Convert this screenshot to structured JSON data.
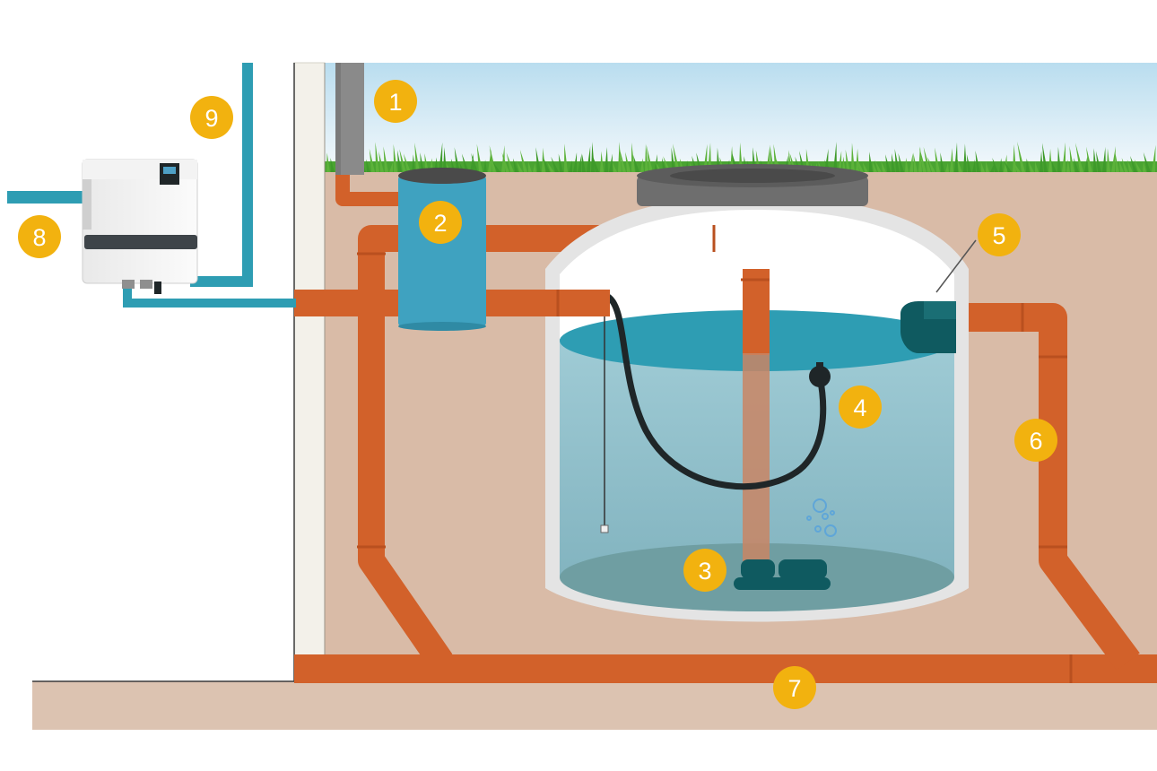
{
  "colors": {
    "soil": "#d9bba7",
    "pipe": "#d2612a",
    "pipe_dark": "#b9501f",
    "tank_shell": "#e4e4e4",
    "water": "#93c2ce",
    "water_surface": "#2e9db3",
    "tank_floor": "#6f9ea2",
    "teal_pipe": "#2e9db3",
    "filter": "#3fa2c0",
    "badge": "#f2b20f",
    "grass": "#3e9a2a",
    "sky_top": "#bfe0f0",
    "downpipe": "#8a8a8a",
    "pump": "#0f5a60",
    "hose": "#1f2628",
    "wall": "#f3f1ea",
    "ground": "#dcc3b1"
  },
  "components": [
    {
      "id": "downpipe",
      "icon": "downpipe-icon"
    },
    {
      "id": "filter",
      "icon": "filter-icon"
    },
    {
      "id": "submersible-pump",
      "icon": "pump-icon"
    },
    {
      "id": "floating-suction",
      "icon": "float-icon"
    },
    {
      "id": "overflow-siphon",
      "icon": "siphon-icon"
    },
    {
      "id": "overflow-pipe",
      "icon": "pipe-icon"
    },
    {
      "id": "drain-pipe",
      "icon": "pipe-icon"
    },
    {
      "id": "mains-supply",
      "icon": "pipe-icon"
    },
    {
      "id": "service-line",
      "icon": "pipe-icon"
    }
  ],
  "badges": [
    {
      "label": "1"
    },
    {
      "label": "2"
    },
    {
      "label": "3"
    },
    {
      "label": "4"
    },
    {
      "label": "5"
    },
    {
      "label": "6"
    },
    {
      "label": "7"
    },
    {
      "label": "8"
    },
    {
      "label": "9"
    }
  ]
}
